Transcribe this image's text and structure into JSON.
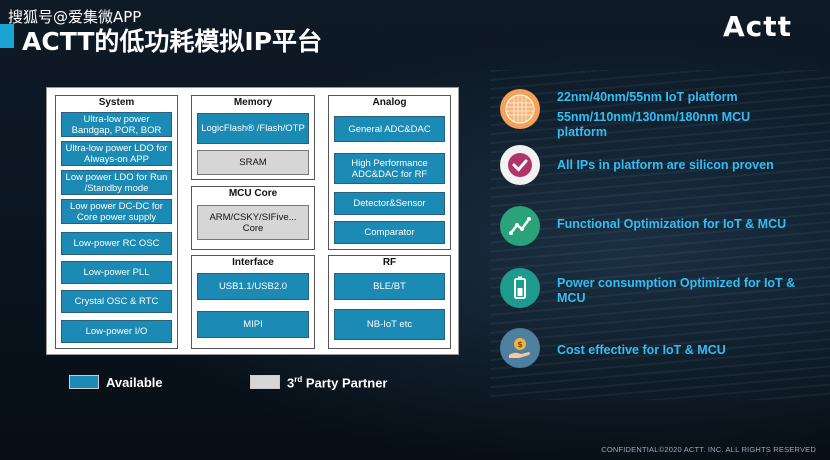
{
  "watermark": "搜狐号@爱集微APP",
  "title": "ACTT的低功耗模拟IP平台",
  "logo": "Actt",
  "columns": {
    "system": {
      "header": "System",
      "cells": [
        "Ultra-low power Bandgap, POR, BOR",
        "Ultra-low power LDO for Always-on APP",
        "Low power LDO for Run /Standby mode",
        "Low power DC-DC for Core power supply",
        "Low-power RC OSC",
        "Low-power PLL",
        "Crystal OSC & RTC",
        "Low-power I/O"
      ]
    },
    "memory": {
      "header": "Memory",
      "cells": [
        "LogicFlash® /Flash/OTP",
        "SRAM"
      ]
    },
    "mcu": {
      "header": "MCU Core",
      "cells": [
        "ARM/CSKY/SIFive... Core"
      ]
    },
    "interface": {
      "header": "Interface",
      "cells": [
        "USB1.1/USB2.0",
        "MIPI"
      ]
    },
    "analog": {
      "header": "Analog",
      "cells": [
        "General ADC&DAC",
        "High Performance ADC&DAC for RF",
        "Detector&Sensor",
        "Comparator"
      ]
    },
    "rf": {
      "header": "RF",
      "cells": [
        "BLE/BT",
        "NB-IoT etc"
      ]
    }
  },
  "legend": {
    "available": "Available",
    "partner_prefix": "3",
    "partner_sup": "rd",
    "partner_suffix": " Party Partner"
  },
  "features": [
    {
      "icon": "wafer-icon",
      "line1": "22nm/40nm/55nm IoT platform",
      "line2": "55nm/110nm/130nm/180nm MCU platform"
    },
    {
      "icon": "check-icon",
      "text": "All IPs in platform are silicon proven"
    },
    {
      "icon": "chart-line-icon",
      "text": "Functional Optimization for IoT & MCU"
    },
    {
      "icon": "battery-icon",
      "text": "Power consumption Optimized for IoT & MCU"
    },
    {
      "icon": "coin-hand-icon",
      "text": "Cost effective for IoT & MCU"
    }
  ],
  "footer": "CONFIDENTIAL©2020 ACTT. INC. ALL RIGHTS RESERVED",
  "colors": {
    "accent": "#35bdf2",
    "cell_blue": "#1b8ab5",
    "cell_grey": "#d6d6d6"
  }
}
